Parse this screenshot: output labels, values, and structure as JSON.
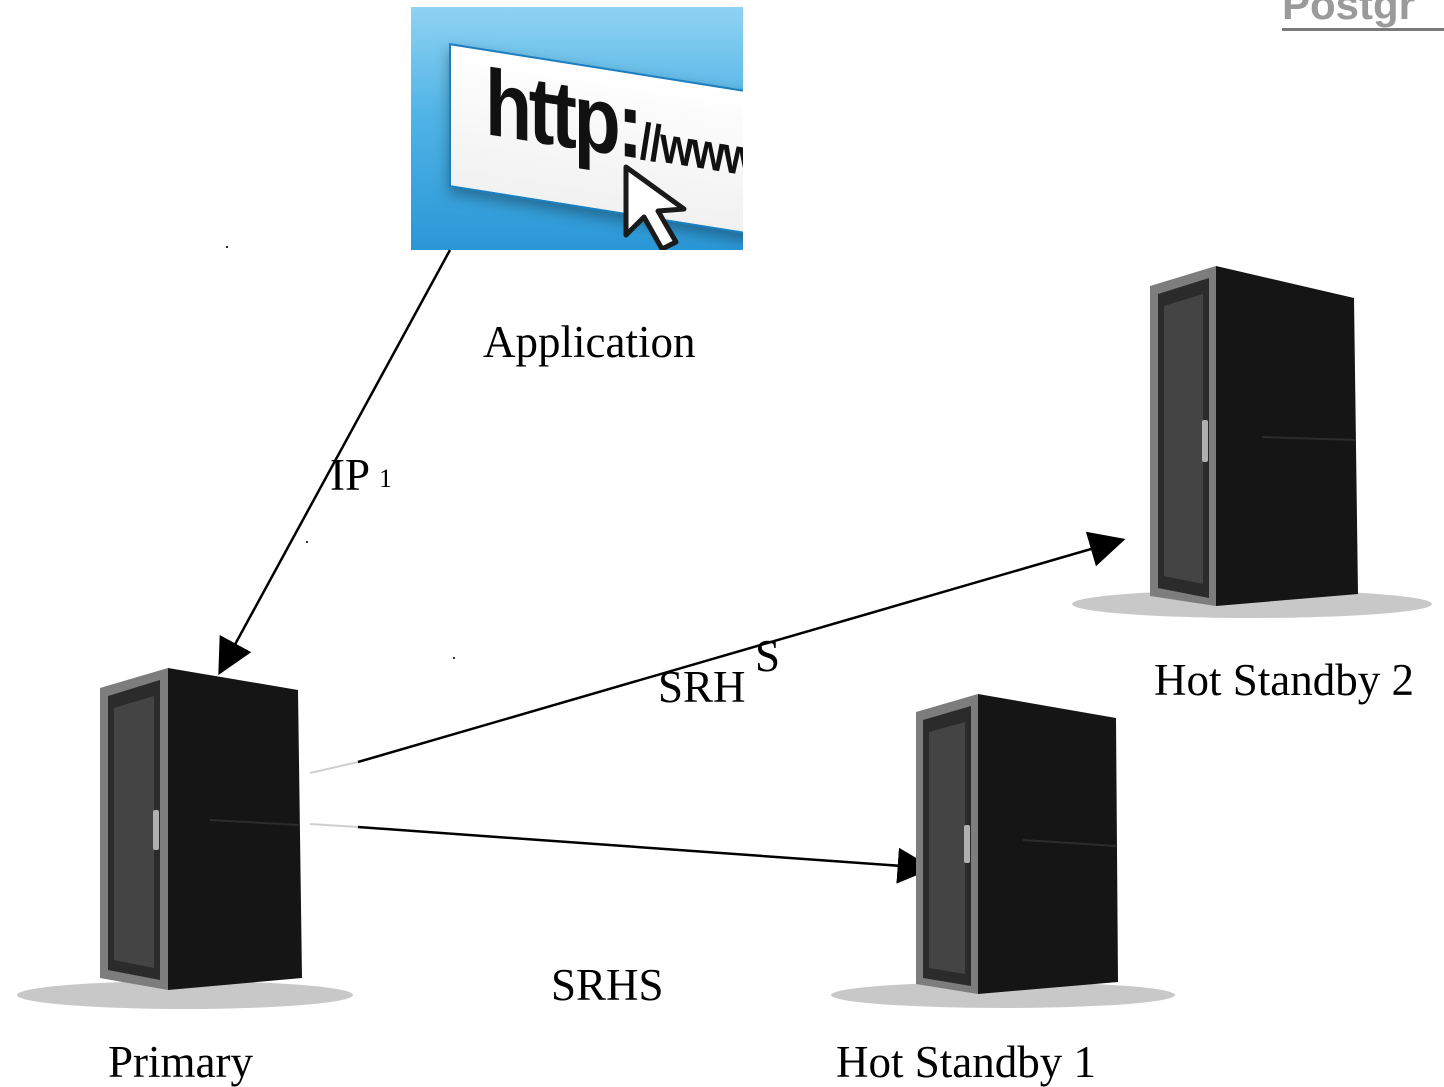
{
  "header": {
    "corner_title": "Postgr"
  },
  "application": {
    "url_text_main": "http:",
    "url_text_tail": "//www.",
    "label": "Application"
  },
  "nodes": {
    "primary": "Primary",
    "standby1": "Hot Standby 1",
    "standby2": "Hot Standby 2"
  },
  "links": {
    "app_to_primary": {
      "label": "IP",
      "subscript": "1"
    },
    "primary_to_standby2": {
      "label": "SRH",
      "superscript": "S"
    },
    "primary_to_standby1": {
      "label": "SRHS"
    }
  },
  "icons": [
    "browser-url-bar-icon",
    "mouse-cursor-icon",
    "server-rack-icon"
  ],
  "colors": {
    "browser_blue": "#2a97d6",
    "server_black": "#151515",
    "line": "#000000"
  }
}
